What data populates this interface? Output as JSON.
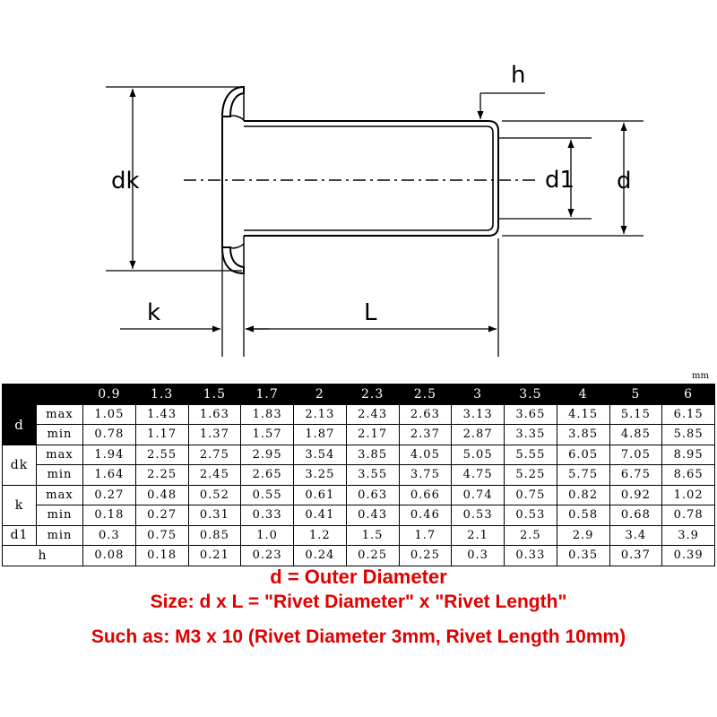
{
  "diagram": {
    "labels": {
      "dk": "dk",
      "d1": "d1",
      "d": "d",
      "h": "h",
      "k": "k",
      "L": "L"
    }
  },
  "table": {
    "unit": "mm",
    "sizes": [
      "0.9",
      "1.3",
      "1.5",
      "1.7",
      "2",
      "2.3",
      "2.5",
      "3",
      "3.5",
      "4",
      "5",
      "6"
    ],
    "rows": [
      {
        "group": "d",
        "sub": "max",
        "values": [
          "1.05",
          "1.43",
          "1.63",
          "1.83",
          "2.13",
          "2.43",
          "2.63",
          "3.13",
          "3.65",
          "4.15",
          "5.15",
          "6.15"
        ]
      },
      {
        "group": "",
        "sub": "min",
        "values": [
          "0.78",
          "1.17",
          "1.37",
          "1.57",
          "1.87",
          "2.17",
          "2.37",
          "2.87",
          "3.35",
          "3.85",
          "4.85",
          "5.85"
        ]
      },
      {
        "group": "dk",
        "sub": "max",
        "values": [
          "1.94",
          "2.55",
          "2.75",
          "2.95",
          "3.54",
          "3.85",
          "4.05",
          "5.05",
          "5.55",
          "6.05",
          "7.05",
          "8.95"
        ]
      },
      {
        "group": "",
        "sub": "min",
        "values": [
          "1.64",
          "2.25",
          "2.45",
          "2.65",
          "3.25",
          "3.55",
          "3.75",
          "4.75",
          "5.25",
          "5.75",
          "6.75",
          "8.65"
        ]
      },
      {
        "group": "k",
        "sub": "max",
        "values": [
          "0.27",
          "0.48",
          "0.52",
          "0.55",
          "0.61",
          "0.63",
          "0.66",
          "0.74",
          "0.75",
          "0.82",
          "0.92",
          "1.02"
        ]
      },
      {
        "group": "",
        "sub": "min",
        "values": [
          "0.18",
          "0.27",
          "0.31",
          "0.33",
          "0.41",
          "0.43",
          "0.46",
          "0.53",
          "0.53",
          "0.58",
          "0.68",
          "0.78"
        ]
      },
      {
        "group": "d1",
        "sub": "min",
        "values": [
          "0.3",
          "0.75",
          "0.85",
          "1.0",
          "1.2",
          "1.5",
          "1.7",
          "2.1",
          "2.5",
          "2.9",
          "3.4",
          "3.9"
        ]
      },
      {
        "group": "h",
        "sub": "",
        "values": [
          "0.08",
          "0.18",
          "0.21",
          "0.23",
          "0.24",
          "0.25",
          "0.25",
          "0.3",
          "0.33",
          "0.35",
          "0.37",
          "0.39"
        ]
      }
    ]
  },
  "notes": {
    "line1": "d = Outer Diameter",
    "line2": "Size: d x L = \"Rivet Diameter\" x \"Rivet Length\"",
    "line3": "Such as: M3 x 10 (Rivet Diameter 3mm, Rivet Length 10mm)"
  },
  "colors": {
    "note_text": "#e00000",
    "header_bg": "#000000",
    "header_text": "#ffffff"
  }
}
